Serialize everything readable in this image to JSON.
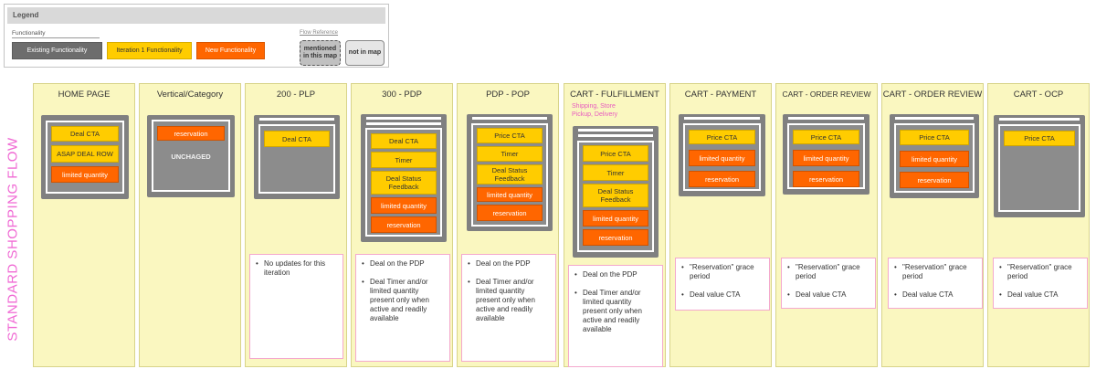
{
  "legend": {
    "title": "Legend",
    "functionality_label": "Functionality",
    "existing": "Existing Functionality",
    "iteration1": "Iteration 1 Functionality",
    "new": "New Functionality",
    "flow_reference": "Flow Reference",
    "mentioned": "mentioned in this map",
    "not_in_map": "not in map"
  },
  "side_label": "STANDARD SHOPPING FLOW",
  "colors": {
    "existing": "#6d6d6d",
    "iteration1": "#ffcc00",
    "new": "#ff6600",
    "column_bg": "#faf7c0",
    "side_label": "#f06ad4"
  },
  "columns": [
    {
      "title": "HOME PAGE",
      "boxes": [
        "Deal CTA",
        "ASAP DEAL ROW",
        "limited quantity"
      ]
    },
    {
      "title": "Vertical/Category",
      "boxes": [
        "reservation"
      ],
      "status": "UNCHAGED"
    },
    {
      "title": "200 - PLP",
      "boxes": [
        "Deal CTA"
      ],
      "notes": [
        "No updates for this iteration"
      ]
    },
    {
      "title": "300 - PDP",
      "boxes": [
        "Deal CTA",
        "Timer",
        "Deal Status Feedback",
        "limited quantity",
        "reservation"
      ],
      "notes": [
        "Deal on the PDP",
        "Deal Timer and/or limited quantity present only when active and readily available"
      ]
    },
    {
      "title": "PDP - POP",
      "boxes": [
        "Price CTA",
        "Timer",
        "Deal Status Feedback",
        "limited quantity",
        "reservation"
      ],
      "notes": [
        "Deal on the PDP",
        "Deal Timer and/or limited quantity present only when active and readily available"
      ]
    },
    {
      "title": "CART - FULFILLMENT",
      "subtitle": "Shipping, Store Pickup, Delivery",
      "boxes": [
        "Price CTA",
        "Timer",
        "Deal Status Feedback",
        "limited quantity",
        "reservation"
      ],
      "notes": [
        "Deal on the PDP",
        "Deal Timer and/or limited quantity present only when active and readily available"
      ]
    },
    {
      "title": "CART - PAYMENT",
      "boxes": [
        "Price CTA",
        "limited quantity",
        "reservation"
      ],
      "notes": [
        "\"Reservation\" grace period",
        "Deal value CTA"
      ]
    },
    {
      "title": "CART - ORDER REVIEW",
      "boxes": [
        "Price CTA",
        "limited quantity",
        "reservation"
      ],
      "notes": [
        "\"Reservation\" grace period",
        "Deal value CTA"
      ]
    },
    {
      "title": "CART - ORDER REVIEW",
      "boxes": [
        "Price CTA",
        "limited quantity",
        "reservation"
      ],
      "notes": [
        "\"Reservation\" grace period",
        "Deal value CTA"
      ]
    },
    {
      "title": "CART - OCP",
      "boxes": [
        "Price CTA"
      ],
      "notes": [
        "\"Reservation\" grace period",
        "Deal value CTA"
      ]
    }
  ]
}
